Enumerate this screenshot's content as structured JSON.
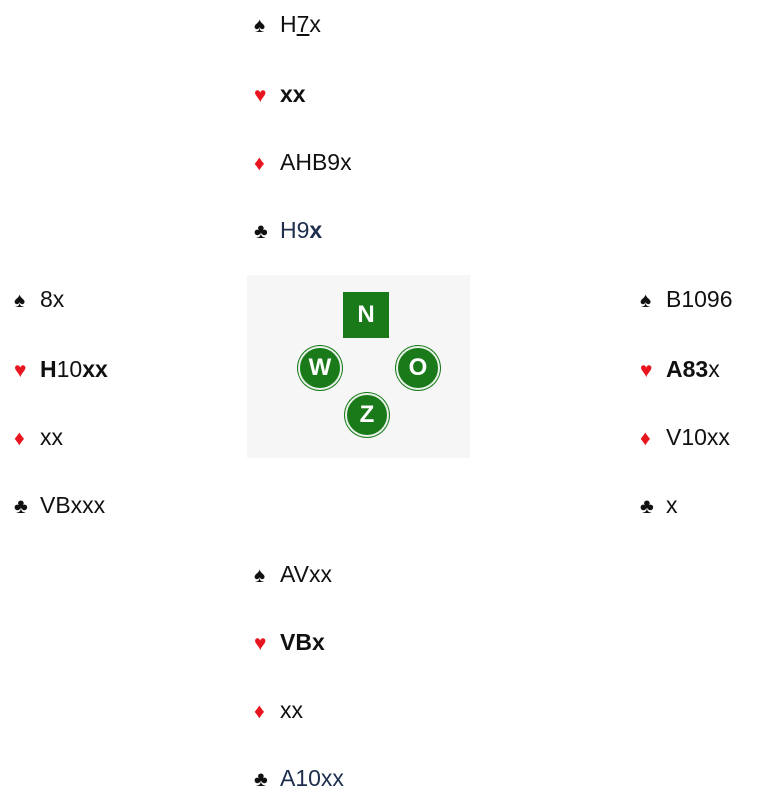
{
  "suits": {
    "spade": "♠",
    "heart": "♥",
    "diamond": "♦",
    "club": "♣"
  },
  "colors": {
    "black_suit": "#111111",
    "red_suit": "#e8141e",
    "compass_green": "#1a7a1a",
    "navy_text": "#1e2f4d"
  },
  "compass": {
    "north": "N",
    "west": "W",
    "east": "O",
    "south": "Z"
  },
  "north": {
    "spades": [
      "H",
      "7",
      "x"
    ],
    "hearts": [
      "xx"
    ],
    "diamonds": [
      "AHB9x"
    ],
    "clubs": [
      "H9",
      "x"
    ]
  },
  "west": {
    "spades": [
      "8x"
    ],
    "hearts": [
      "H",
      "10",
      "xx"
    ],
    "diamonds": [
      "xx"
    ],
    "clubs": [
      "VBxxx"
    ]
  },
  "east": {
    "spades": [
      "B1096"
    ],
    "hearts": [
      "A83",
      "x"
    ],
    "diamonds": [
      "V10xx"
    ],
    "clubs": [
      "x"
    ]
  },
  "south": {
    "spades": [
      "AVxx"
    ],
    "hearts": [
      "VBx"
    ],
    "diamonds": [
      "xx"
    ],
    "clubs": [
      "A10xx"
    ]
  }
}
